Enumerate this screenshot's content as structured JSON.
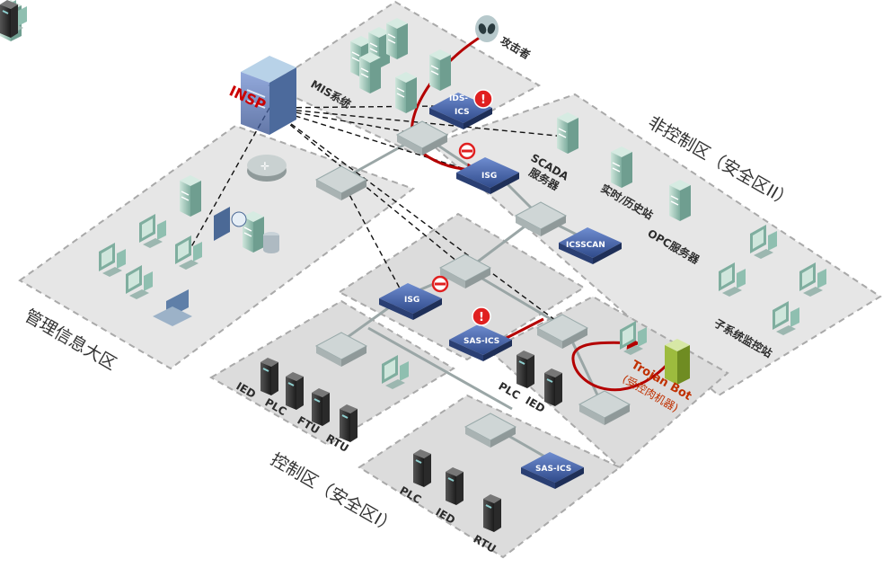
{
  "zones": {
    "management": "管理信息大区",
    "non_control": "非控制区（安全区II）",
    "control": "控制区（安全区I）"
  },
  "labels": {
    "insp": "INSP",
    "mis": "MIS系统",
    "attacker": "攻击者",
    "ids_ics": [
      "IDS-",
      "ICS"
    ],
    "isg": "ISG",
    "scada": [
      "SCADA",
      "服务器"
    ],
    "realtime": "实时/历史站",
    "opc": "OPC服务器",
    "icsscan": "ICSSCAN",
    "subsystem": "子系统监控站",
    "sas_ics": "SAS-ICS",
    "trojan": "Trojan Bot",
    "trojan_sub": "(受控肉机器)",
    "ied": "IED",
    "plc": "PLC",
    "ftu": "FTU",
    "rtu": "RTU"
  },
  "colors": {
    "attack": "#b40000",
    "insp_label": "#cc0000",
    "trojan_label": "#c03000",
    "device_blue": "#3c5a9a",
    "server_green": "#8fbfb0",
    "zone_fill": "#e6e6e6"
  },
  "icons": [
    "server-icon",
    "workstation-icon",
    "switch-icon",
    "router-icon",
    "firewall-icon",
    "plc-icon",
    "laptop-icon",
    "alert-icon",
    "block-icon",
    "alien-icon"
  ]
}
